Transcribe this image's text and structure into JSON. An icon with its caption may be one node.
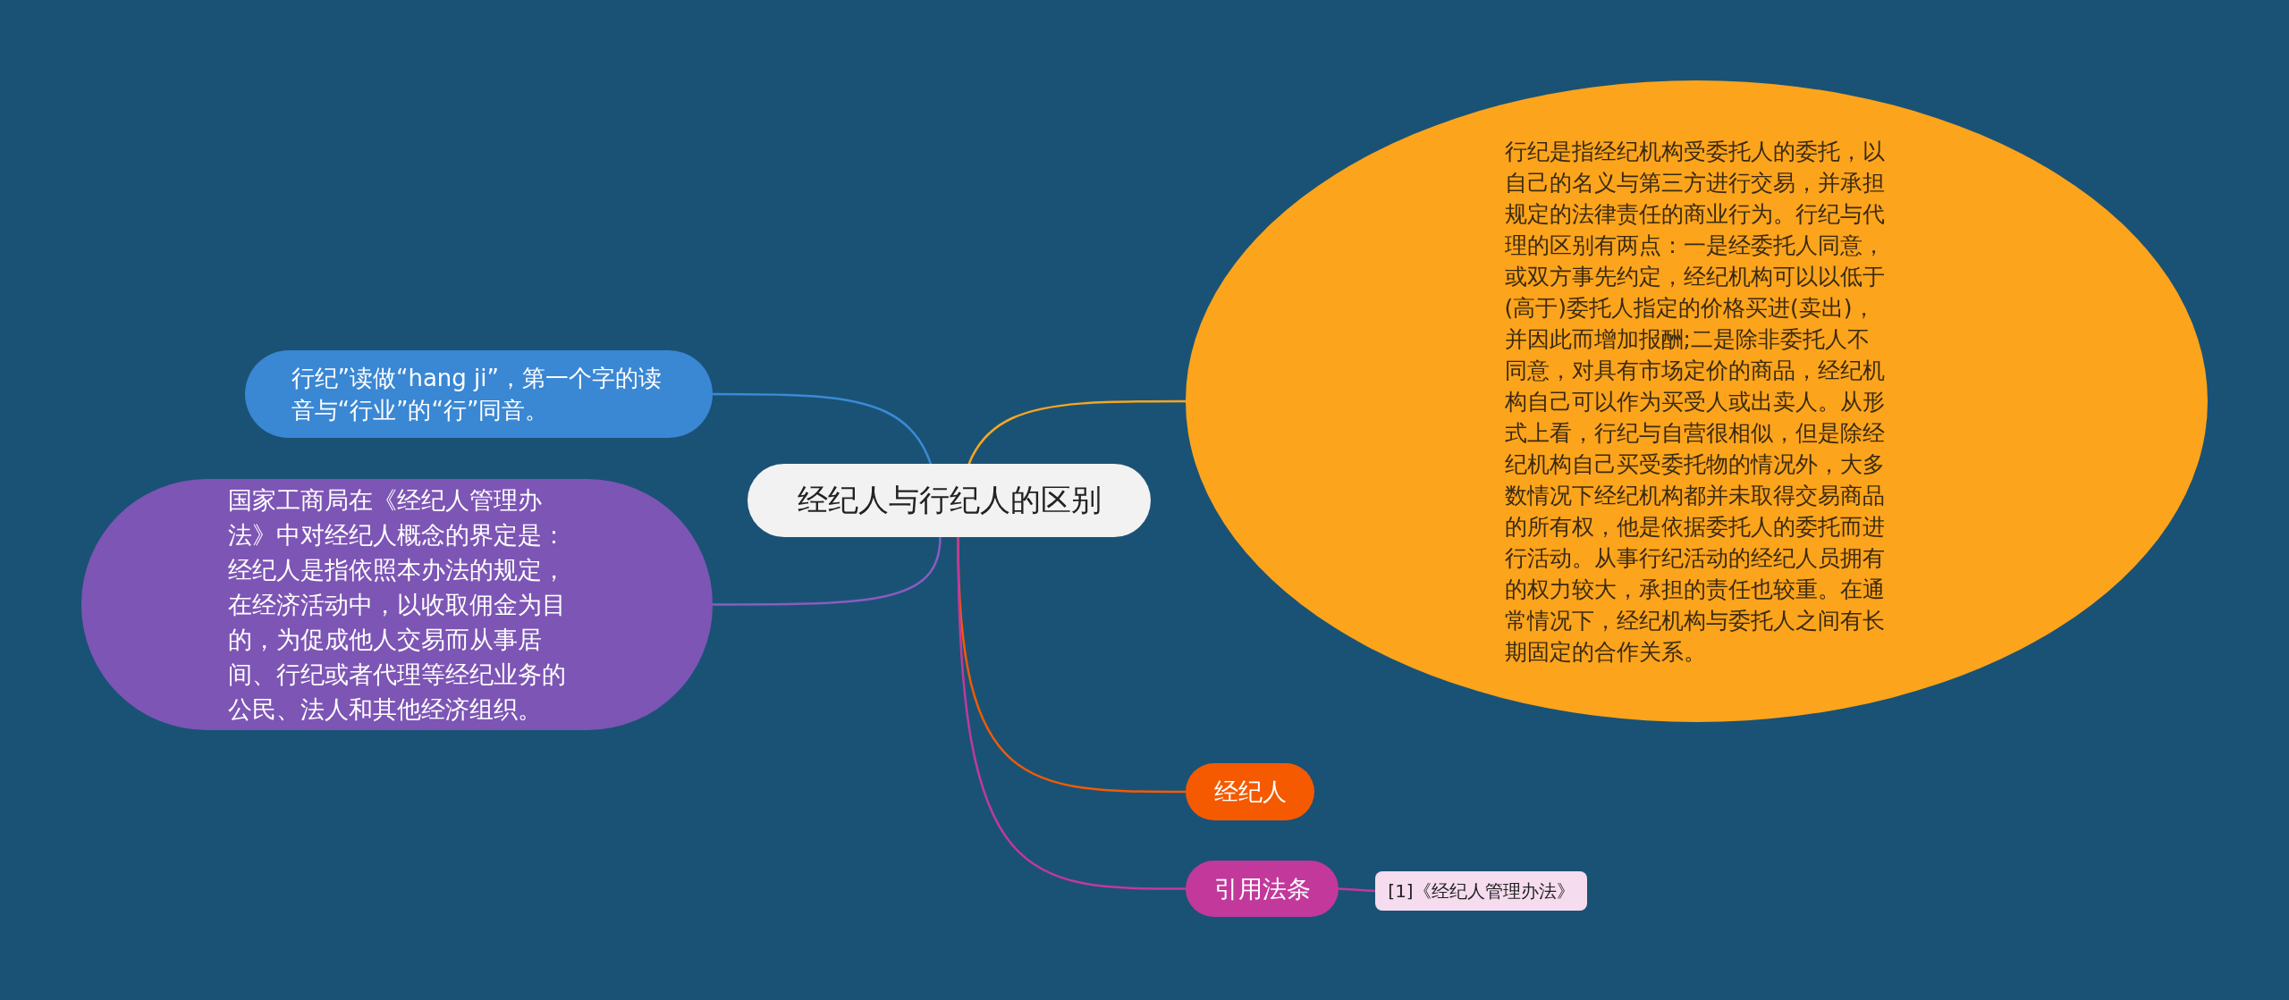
{
  "diagram": {
    "nodes": [
      {
        "text": [
          "经纪人与行纪人的区别"
        ]
      },
      {
        "text": [
          "行纪是指经纪机构受委托人的委托，以自己的名义与第三方进行交易，并承担规定的法律责任的商业行为。行纪与代理的区别有两点：一是经委托人同意，或双方事先约定，经纪机构可以以低于(高于)委托人指定的价格买进(卖出)，并因此而增加报酬;二是除非委托人不同意，对具有市场定价的商品，经纪机构自己可以作为买受人或出卖人。从形式上看，行纪与自营很相似，但是除经纪机构自己买受委托物的情况外，大多数情况下经纪机构都并未取得交易商品的所有权，他是依据委托人的委托而进行活动。从事行纪活动的经纪人员拥有的权力较大，承担的责任也较重。在通常情况下，经纪机构与委托人之间有长期固定的合作关系。"
        ]
      },
      {
        "text": [
          "行纪”读做“hang ji”，第一个字的读音与“行业”的“行”同音。"
        ]
      },
      {
        "text": [
          "国家工商局在《经纪人管理办法》中对经纪人概念的界定是：经纪人是指依照本办法的规定，在经济活动中，以收取佣金为目的，为促成他人交易而从事居间、行纪或者代理等经纪业务的公民、法人和其他经济组织。"
        ]
      },
      {
        "text": [
          "经纪人"
        ]
      },
      {
        "text": [
          "引用法条"
        ]
      },
      {
        "text": [
          "[1]《经纪人管理办法》"
        ]
      }
    ],
    "edges": [
      {
        "from": 0,
        "to": 1,
        "arrow": "none",
        "color": "#f5a623"
      },
      {
        "from": 0,
        "to": 2,
        "arrow": "none",
        "color": "#3a8ad6"
      },
      {
        "from": 0,
        "to": 3,
        "arrow": "none",
        "color": "#8a5cc0"
      },
      {
        "from": 0,
        "to": 4,
        "arrow": "none",
        "color": "#f55a00"
      },
      {
        "from": 0,
        "to": 5,
        "arrow": "none",
        "color": "#c2399b"
      },
      {
        "from": 5,
        "to": 6,
        "arrow": "none",
        "color": "#c2399b"
      }
    ]
  }
}
